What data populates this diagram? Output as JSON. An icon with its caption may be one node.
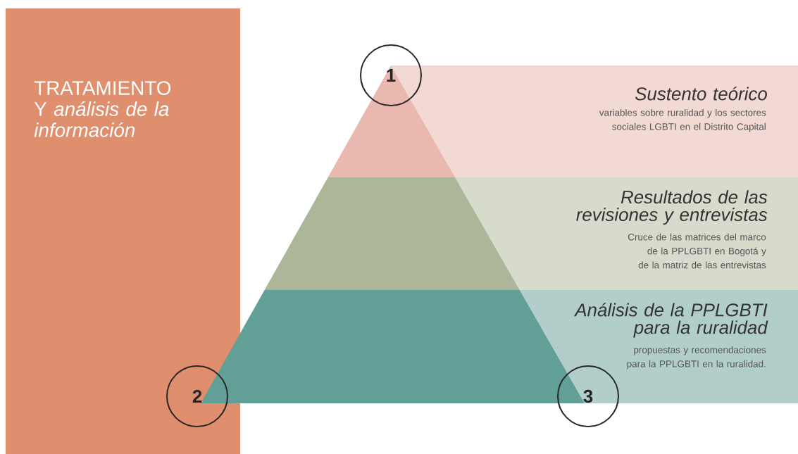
{
  "diagram": {
    "title": "TRATAMIENTO Y *análisis de la información*",
    "nodes": [
      {
        "text": [
          "Sustento teórico",
          "variables sobre ruralidad y los sectores sociales LGBTI en el Distrito Capital"
        ]
      },
      {
        "text": [
          "Resultados de las revisiones y entrevistas",
          "Cruce de las matrices del marco de la PPLGBTI en Bogotá y de la matriz de las entrevistas"
        ]
      },
      {
        "text": [
          "Análisis de la PPLGBTI para la ruralidad",
          "propuestas y recomendaciones para la PPLGBTI en la ruralidad."
        ]
      },
      {
        "text": [
          "1"
        ]
      },
      {
        "text": [
          "2"
        ]
      },
      {
        "text": [
          "3"
        ]
      }
    ]
  }
}
